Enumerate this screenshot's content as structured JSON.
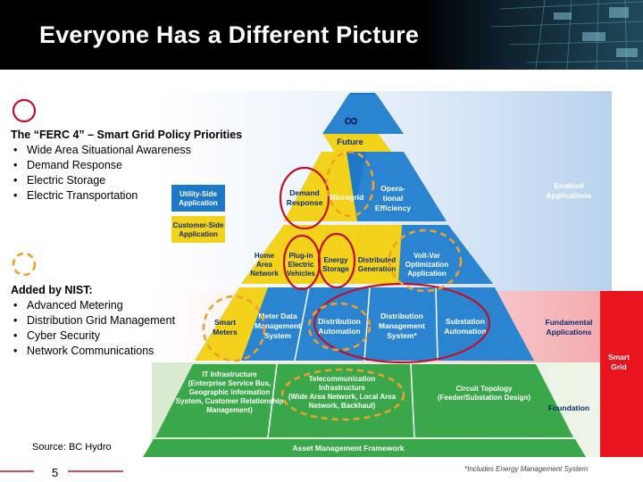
{
  "slide": {
    "title": "Everyone Has a Different Picture",
    "page_number": "5",
    "source": "Source: BC Hydro",
    "footnote": "*Includes Energy Management System"
  },
  "ferc": {
    "heading": "The “FERC 4” – Smart Grid Policy Priorities",
    "items": [
      "Wide Area Situational Awareness",
      "Demand Response",
      "Electric Storage",
      "Electric Transportation"
    ]
  },
  "nist": {
    "heading": "Added by NIST:",
    "items": [
      "Advanced Metering",
      "Distribution Grid Management",
      "Cyber Security",
      "Network Communications"
    ]
  },
  "pyramid": {
    "future": {
      "symbol": "∞",
      "label": "Future"
    },
    "demand_response": [
      "Demand",
      "Response"
    ],
    "microgrid": "Microgrid",
    "operational_efficiency": [
      "Opera-",
      "tional",
      "Efficiency"
    ],
    "home_area_network": [
      "Home",
      "Area",
      "Network"
    ],
    "plug_in_vehicles": [
      "Plug-in",
      "Electric",
      "Vehicles"
    ],
    "energy_storage": [
      "Energy",
      "Storage"
    ],
    "distributed_generation": [
      "Distributed",
      "Generation"
    ],
    "volt_var": [
      "Volt-Var",
      "Optimization",
      "Application"
    ],
    "smart_meters": [
      "Smart",
      "Meters"
    ],
    "mdms": [
      "Meter Data",
      "Management",
      "System"
    ],
    "distribution_automation": [
      "Distribution",
      "Automation"
    ],
    "dms": [
      "Distribution",
      "Management",
      "System*"
    ],
    "substation_automation": [
      "Substation",
      "Automation"
    ],
    "it_infrastructure": [
      "IT Infrastructure",
      "(Enterprise Service Bus,",
      "Geographic Information",
      "System, Customer Relationship",
      "Management)"
    ],
    "telecom": [
      "Telecommunication",
      "Infrastructure",
      "(Wide Area Network, Local Area",
      "Network, Backhaul)"
    ],
    "circuit_topology": [
      "Circuit Topology",
      "(Feeder/Substation Design)"
    ],
    "asset_management": "Asset Management Framework"
  },
  "legend": {
    "utility_side": [
      "Utility-Side",
      "Application"
    ],
    "customer_side": [
      "Customer-Side",
      "Application"
    ]
  },
  "side_labels": {
    "enabled": [
      "Enabled",
      "Applications"
    ],
    "fundamental": [
      "Fundamental",
      "Applications"
    ],
    "foundation": "Foundation",
    "smart_grid": [
      "Smart",
      "Grid"
    ]
  },
  "colors": {
    "utility_blue": "#1e78c8",
    "customer_yellow": "#f3d21b",
    "foundation_green": "#3aa84a",
    "label_navy": "#0d2c6e",
    "highlight_red": "#c0102a",
    "dashed_orange": "#f0a02a",
    "smart_grid_red": "#e8141e"
  }
}
